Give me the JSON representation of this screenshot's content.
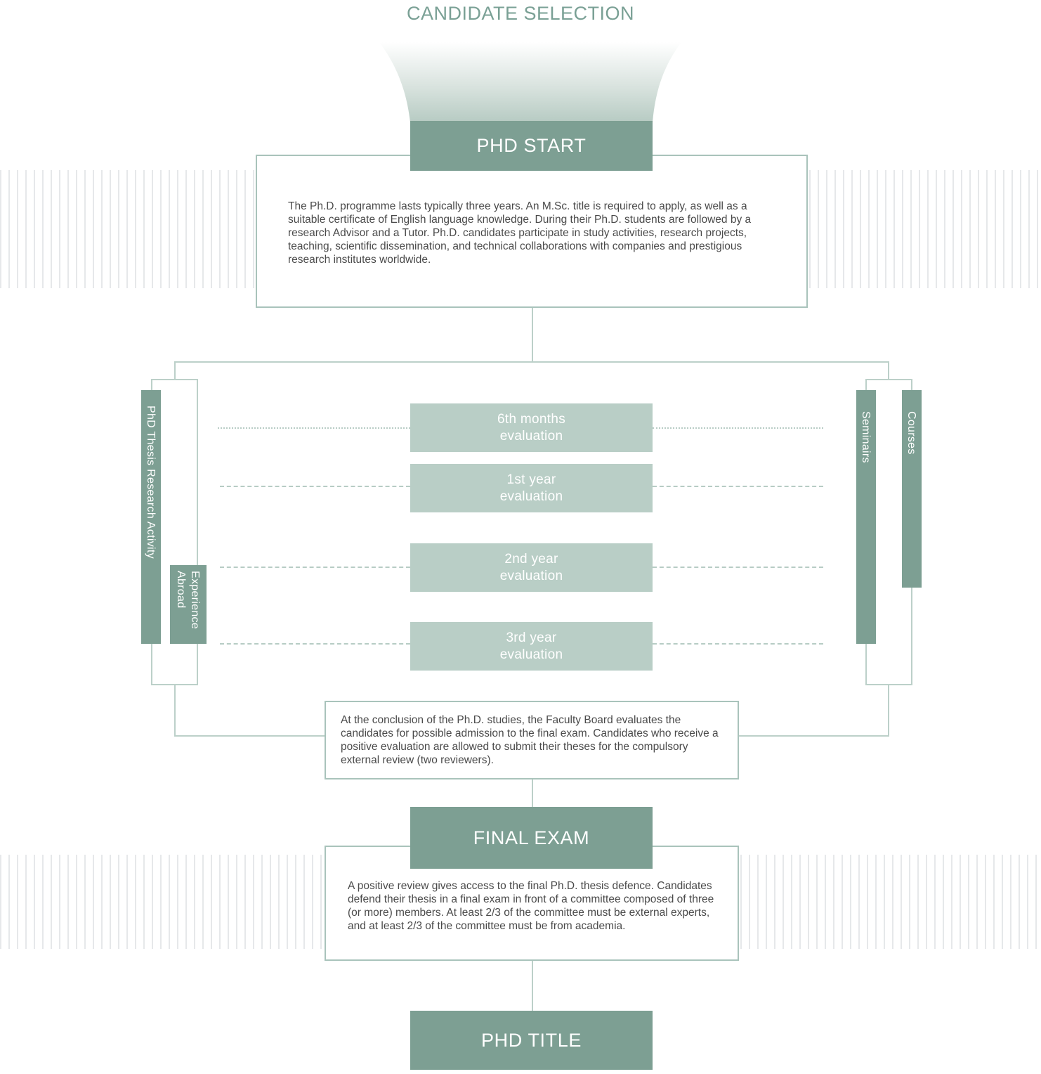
{
  "top_title": "CANDIDATE SELECTION",
  "phd_start": {
    "title": "PHD START",
    "description": "The Ph.D. programme lasts typically three years. An M.Sc. title is required to apply, as well as a suitable certificate of English language knowledge. During their Ph.D. students are followed by a research Advisor and a Tutor. Ph.D. candidates participate in study activities, research projects, teaching, scientific dissemination, and technical collaborations with companies and prestigious research institutes worldwide."
  },
  "evaluations": [
    {
      "line1": "6th months",
      "line2": "evaluation"
    },
    {
      "line1": "1st year",
      "line2": "evaluation"
    },
    {
      "line1": "2nd year",
      "line2": "evaluation"
    },
    {
      "line1": "3rd year",
      "line2": "evaluation"
    }
  ],
  "side_activities": {
    "thesis_research": "PhD Thesis Research Activity",
    "experience_abroad_line1": "Experience",
    "experience_abroad_line2": "Abroad",
    "seminars": "Seminairs",
    "courses": "Courses"
  },
  "conclusion": {
    "description": "At the conclusion of the Ph.D. studies, the Faculty Board evaluates the candidates for possible admission to the final exam. Candidates who receive a positive evaluation are allowed to submit their theses for the compulsory external review (two reviewers)."
  },
  "final_exam": {
    "title": "FINAL EXAM",
    "description": "A positive review gives access to the final Ph.D. thesis defence. Candidates defend their thesis in a final exam in front of a committee composed of three (or more) members. At least 2/3 of the committee must be external experts, and at least 2/3 of the committee must be from academia."
  },
  "phd_title": {
    "title": "PHD TITLE"
  },
  "colors": {
    "dark_green": "#7d9f93",
    "light_green": "#b9cec6",
    "outline": "#a9c3bb",
    "title_text": "#7aa095"
  }
}
